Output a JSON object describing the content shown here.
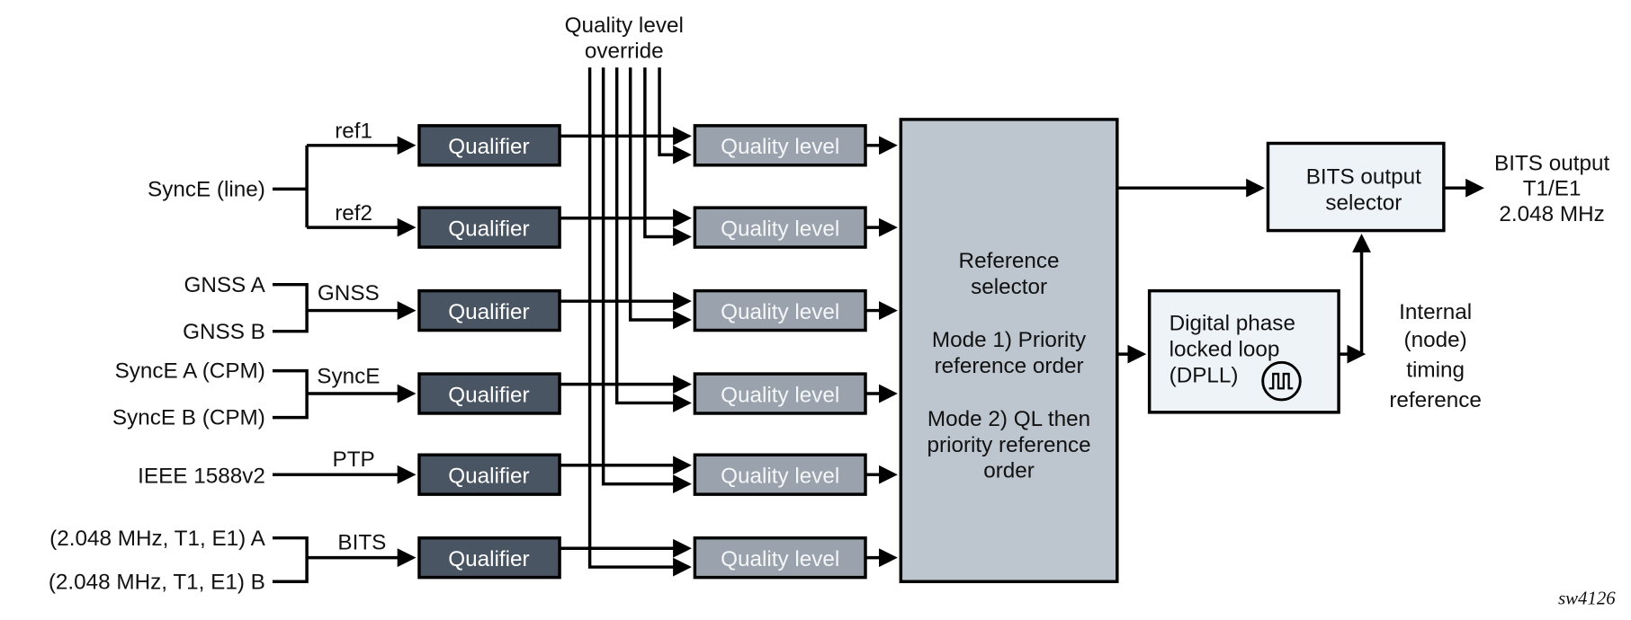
{
  "override_label": [
    "Quality level",
    "override"
  ],
  "inputs": [
    {
      "labels": [
        "SyncE (line)"
      ],
      "branches": [
        "ref1",
        "ref2"
      ]
    },
    {
      "labels": [
        "GNSS A",
        "GNSS B"
      ],
      "branch": "GNSS"
    },
    {
      "labels": [
        "SyncE A (CPM)",
        "SyncE B (CPM)"
      ],
      "branch": "SyncE"
    },
    {
      "labels": [
        "IEEE 1588v2"
      ],
      "branch": "PTP"
    },
    {
      "labels": [
        "(2.048 MHz, T1, E1) A",
        "(2.048 MHz, T1, E1) B"
      ],
      "branch": "BITS"
    }
  ],
  "qualifier_label": "Qualifier",
  "quality_level_label": "Quality level",
  "reference_selector": [
    "Reference",
    "selector",
    "Mode 1) Priority",
    "reference order",
    "Mode 2) QL then",
    "priority reference",
    "order"
  ],
  "bits_selector": [
    "BITS output",
    "selector"
  ],
  "bits_output": [
    "BITS output",
    "T1/E1",
    "2.048 MHz"
  ],
  "dpll": [
    "Digital phase",
    "locked loop",
    "(DPLL)"
  ],
  "dpll_icon": "square-wave-clock-icon",
  "internal_ref": [
    "Internal",
    "(node)",
    "timing",
    "reference"
  ],
  "figure_id": "sw4126",
  "colors": {
    "qualifier": "#4a5563",
    "quality_level": "#9aa3ad",
    "selector": "#bdc6cf",
    "light_box": "#eef3f8"
  }
}
